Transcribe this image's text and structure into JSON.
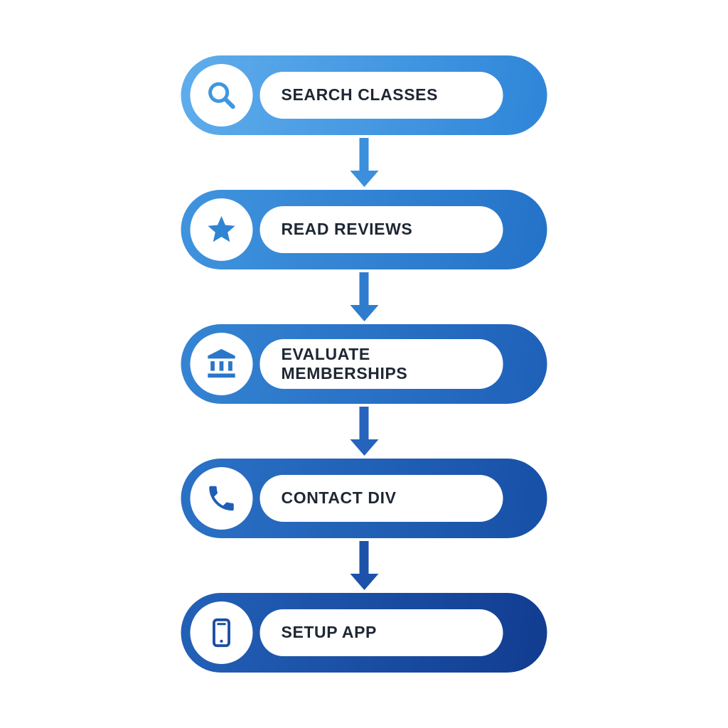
{
  "diagram": {
    "type": "vertical-flowchart",
    "background_color": "#ffffff",
    "text_color": "#1e2733",
    "steps": [
      {
        "label": "SEARCH CLASSES",
        "icon": "search-icon",
        "gradient_from": "#5fadec",
        "gradient_to": "#2e85d8",
        "icon_color": "#3e97e0"
      },
      {
        "label": "READ REVIEWS",
        "icon": "star-icon",
        "gradient_from": "#4094de",
        "gradient_to": "#2472c8",
        "icon_color": "#2f84d4"
      },
      {
        "label": "EVALUATE MEMBERSHIPS",
        "icon": "bank-icon",
        "gradient_from": "#3585d4",
        "gradient_to": "#1e60b8",
        "icon_color": "#2a76c8"
      },
      {
        "label": "CONTACT DIV",
        "icon": "phone-icon",
        "gradient_from": "#2b72c6",
        "gradient_to": "#1750a6",
        "icon_color": "#1f5eb4"
      },
      {
        "label": "SETUP APP",
        "icon": "smartphone-icon",
        "gradient_from": "#2361b8",
        "gradient_to": "#113c90",
        "icon_color": "#1a4ea4"
      }
    ],
    "arrows": [
      {
        "color": "#3b8fdc"
      },
      {
        "color": "#2f7cce"
      },
      {
        "color": "#2563bc"
      },
      {
        "color": "#1c52aa"
      }
    ]
  }
}
